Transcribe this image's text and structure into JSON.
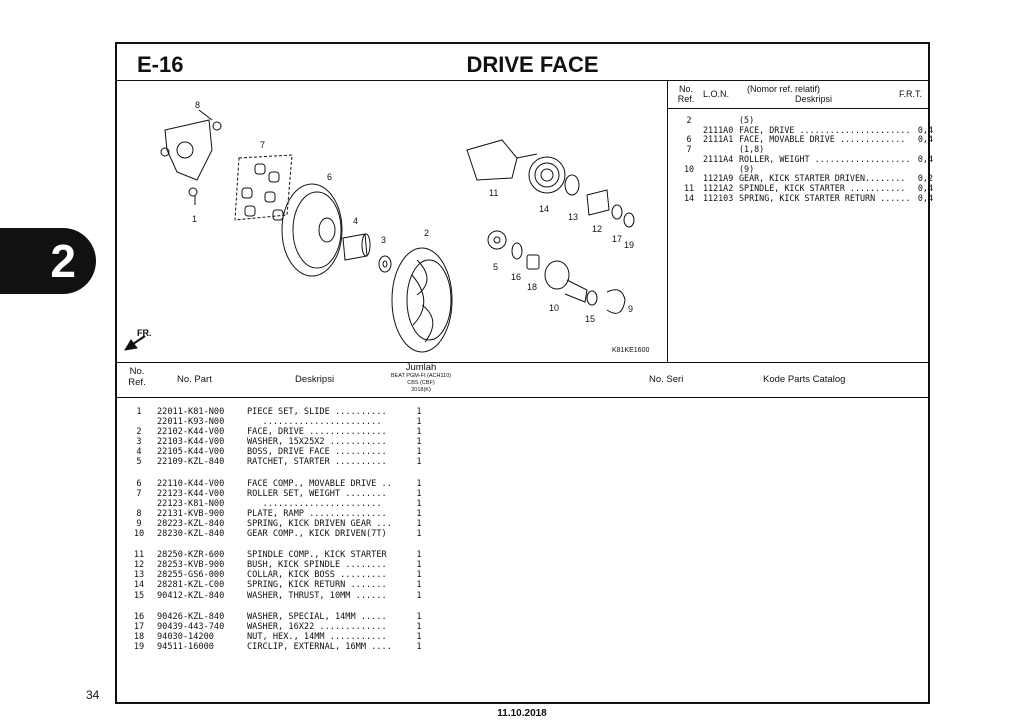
{
  "section_code": "E-16",
  "title": "DRIVE FACE",
  "chapter_tab": "2",
  "page_number": "34",
  "date": "11.10.2018",
  "diagram": {
    "ref_code": "K81KE1600",
    "direction_label": "FR.",
    "callouts": [
      "8",
      "7",
      "1",
      "6",
      "4",
      "3",
      "2",
      "5",
      "11",
      "14",
      "13",
      "12",
      "17",
      "19",
      "16",
      "18",
      "10",
      "15",
      "9"
    ]
  },
  "ref_table": {
    "headers": {
      "no": "No.",
      "ref": "Ref.",
      "lon": "L.O.N.",
      "nomor": "(Nomor ref. relatif)",
      "deskripsi": "Deskripsi",
      "frt": "F.R.T."
    },
    "rows": [
      {
        "no": "2",
        "lon": "",
        "desc": "(5)",
        "frt": ""
      },
      {
        "no": "",
        "lon": "2111A0",
        "desc": "FACE, DRIVE ......................",
        "frt": "0,4"
      },
      {
        "no": "6",
        "lon": "2111A1",
        "desc": "FACE, MOVABLE DRIVE .............",
        "frt": "0,4"
      },
      {
        "no": "7",
        "lon": "",
        "desc": "(1,8)",
        "frt": ""
      },
      {
        "no": "",
        "lon": "2111A4",
        "desc": "ROLLER, WEIGHT ...................",
        "frt": "0,4"
      },
      {
        "no": "10",
        "lon": "",
        "desc": "(9)",
        "frt": ""
      },
      {
        "no": "",
        "lon": "1121A9",
        "desc": "GEAR, KICK STARTER DRIVEN........",
        "frt": "0,2"
      },
      {
        "no": "11",
        "lon": "1121A2",
        "desc": "SPINDLE, KICK STARTER ...........",
        "frt": "0,4"
      },
      {
        "no": "14",
        "lon": "112103",
        "desc": "SPRING, KICK STARTER RETURN ......",
        "frt": "0,4"
      }
    ]
  },
  "parts_table": {
    "headers": {
      "no": "No.",
      "ref": "Ref.",
      "part": "No. Part",
      "desc": "Deskripsi",
      "jumlah": "Jumlah",
      "model1": "BEAT PGM-FI (ACH110)",
      "model2": "CBS (CBF)",
      "model3": "2018(K)",
      "seri": "No. Seri",
      "catalog": "Kode Parts Catalog"
    },
    "rows": [
      {
        "no": "1",
        "part": "22011-K81-N00",
        "desc": "PIECE SET, SLIDE ..........",
        "qty": "1",
        "gap": false
      },
      {
        "no": "",
        "part": "22011-K93-N00",
        "desc": "   .......................",
        "qty": "1",
        "gap": false
      },
      {
        "no": "2",
        "part": "22102-K44-V00",
        "desc": "FACE, DRIVE ...............",
        "qty": "1",
        "gap": false
      },
      {
        "no": "3",
        "part": "22103-K44-V00",
        "desc": "WASHER, 15X25X2 ...........",
        "qty": "1",
        "gap": false
      },
      {
        "no": "4",
        "part": "22105-K44-V00",
        "desc": "BOSS, DRIVE FACE ..........",
        "qty": "1",
        "gap": false
      },
      {
        "no": "5",
        "part": "22109-KZL-840",
        "desc": "RATCHET, STARTER ..........",
        "qty": "1",
        "gap": false
      },
      {
        "no": "6",
        "part": "22110-K44-V00",
        "desc": "FACE COMP., MOVABLE DRIVE ..",
        "qty": "1",
        "gap": true
      },
      {
        "no": "7",
        "part": "22123-K44-V00",
        "desc": "ROLLER SET, WEIGHT ........",
        "qty": "1",
        "gap": false
      },
      {
        "no": "",
        "part": "22123-K81-N00",
        "desc": "   .......................",
        "qty": "1",
        "gap": false
      },
      {
        "no": "8",
        "part": "22131-KVB-900",
        "desc": "PLATE, RAMP ...............",
        "qty": "1",
        "gap": false
      },
      {
        "no": "9",
        "part": "28223-KZL-840",
        "desc": "SPRING, KICK DRIVEN GEAR ...",
        "qty": "1",
        "gap": false
      },
      {
        "no": "10",
        "part": "28230-KZL-840",
        "desc": "GEAR COMP., KICK DRIVEN(7T)",
        "qty": "1",
        "gap": false
      },
      {
        "no": "11",
        "part": "28250-KZR-600",
        "desc": "SPINDLE COMP., KICK STARTER",
        "qty": "1",
        "gap": true
      },
      {
        "no": "12",
        "part": "28253-KVB-900",
        "desc": "BUSH, KICK SPINDLE ........",
        "qty": "1",
        "gap": false
      },
      {
        "no": "13",
        "part": "28255-GS6-000",
        "desc": "COLLAR, KICK BOSS .........",
        "qty": "1",
        "gap": false
      },
      {
        "no": "14",
        "part": "28281-KZL-C00",
        "desc": "SPRING, KICK RETURN .......",
        "qty": "1",
        "gap": false
      },
      {
        "no": "15",
        "part": "90412-KZL-840",
        "desc": "WASHER, THRUST, 10MM ......",
        "qty": "1",
        "gap": false
      },
      {
        "no": "16",
        "part": "90426-KZL-840",
        "desc": "WASHER, SPECIAL, 14MM .....",
        "qty": "1",
        "gap": true
      },
      {
        "no": "17",
        "part": "90439-443-740",
        "desc": "WASHER, 16X22 .............",
        "qty": "1",
        "gap": false
      },
      {
        "no": "18",
        "part": "94030-14200",
        "desc": "NUT, HEX., 14MM ...........",
        "qty": "1",
        "gap": false
      },
      {
        "no": "19",
        "part": "94511-16000",
        "desc": "CIRCLIP, EXTERNAL, 16MM ....",
        "qty": "1",
        "gap": false
      }
    ]
  }
}
